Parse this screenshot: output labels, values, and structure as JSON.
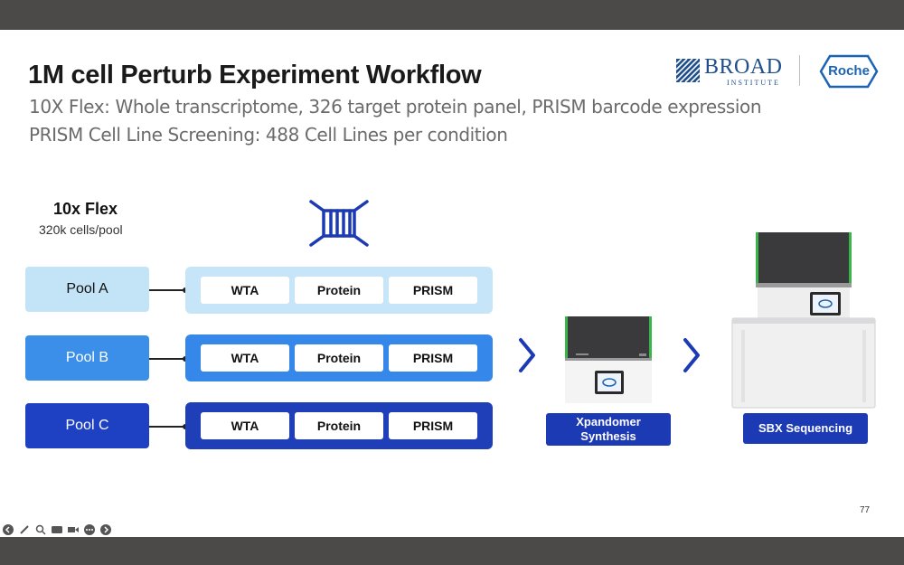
{
  "slide": {
    "title": "1M cell Perturb Experiment Workflow",
    "subtitle_lines": [
      "10X Flex: Whole transcriptome, 326 target protein panel, PRISM barcode expression",
      "PRISM Cell Line Screening: 488 Cell Lines per condition"
    ],
    "logos": {
      "broad": {
        "main": "BROAD",
        "sub": "INSTITUTE",
        "icon": "broad-institute-icon"
      },
      "roche": {
        "text": "Roche",
        "icon": "roche-hexagon-icon"
      }
    },
    "flex": {
      "title": "10x Flex",
      "subtitle": "320k cells/pool",
      "icon": "flex-kit-icon"
    },
    "pools": [
      {
        "label": "Pool A",
        "chips": [
          "WTA",
          "Protein",
          "PRISM"
        ]
      },
      {
        "label": "Pool B",
        "chips": [
          "WTA",
          "Protein",
          "PRISM"
        ]
      },
      {
        "label": "Pool C",
        "chips": [
          "WTA",
          "Protein",
          "PRISM"
        ]
      }
    ],
    "steps": [
      {
        "label": "Xpandomer Synthesis",
        "icon": "benchtop-instrument-icon"
      },
      {
        "label": "SBX Sequencing",
        "icon": "sequencer-instrument-icon"
      }
    ],
    "arrows": [
      "chevron-right-icon",
      "chevron-right-icon"
    ],
    "page_number": "77"
  },
  "colors": {
    "pool_a": "#c3e3f7",
    "pool_b": "#3c8fe8",
    "pool_c": "#1d41c2",
    "label_blue": "#1d3ab5",
    "accent_green": "#39b54a"
  },
  "toolbar": [
    "prev-icon",
    "pen-icon",
    "zoom-icon",
    "captions-icon",
    "video-icon",
    "more-icon",
    "next-icon"
  ]
}
